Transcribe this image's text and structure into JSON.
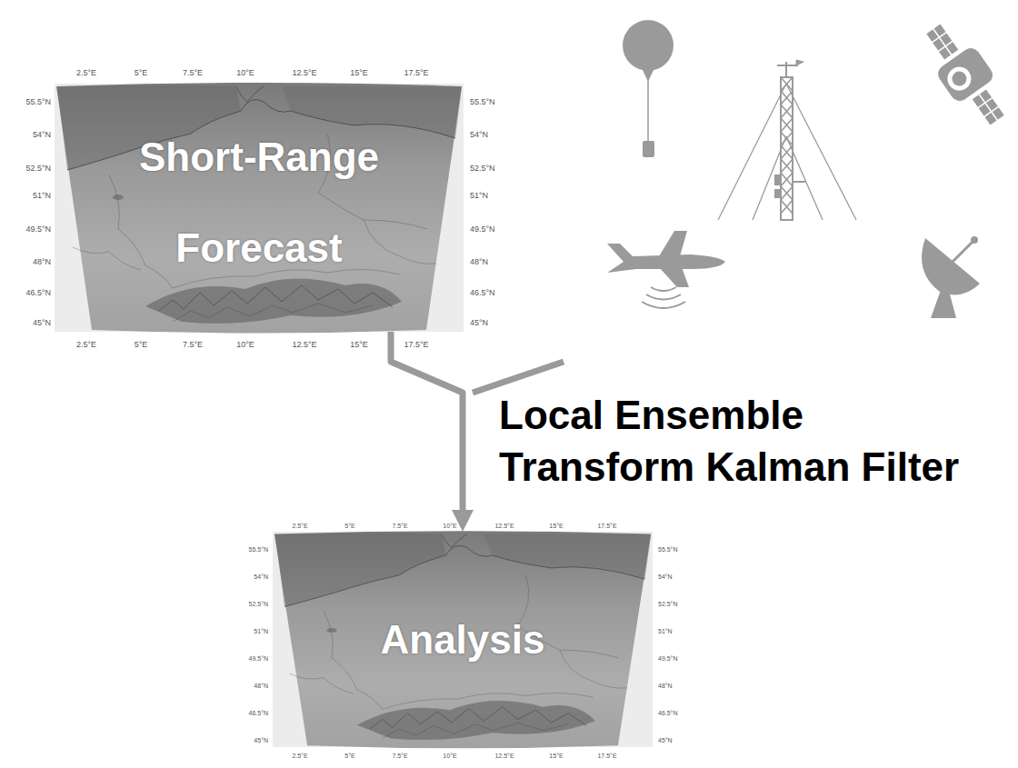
{
  "diagram": {
    "nodes": [
      {
        "text": [
          "Short-Range Forecast"
        ]
      },
      {
        "text": [
          "Analysis"
        ]
      }
    ],
    "edges": [
      {
        "from": 0,
        "to": 1,
        "arrow": "to",
        "label": "Local Ensemble Transform Kalman Filter"
      }
    ],
    "labels": [
      "2.5°E",
      "5°E",
      "7.5°E",
      "10°E",
      "12.5°E",
      "15°E",
      "17.5°E",
      "55.5°N",
      "54°N",
      "52.5°N",
      "51°N",
      "49.5°N",
      "48°N",
      "46.5°N",
      "45°N",
      "55.5°N",
      "54°N",
      "52.5°N",
      "51°N",
      "49.5°N",
      "48°N",
      "46.5°N",
      "45°N",
      "2.5°E",
      "5°E",
      "7.5°E",
      "10°E",
      "12.5°E",
      "15°E",
      "17.5°E",
      "2.5°E",
      "5°E",
      "7.5°E",
      "10°E",
      "12.5°E",
      "15°E",
      "17.5°E",
      "55.5°N",
      "54°N",
      "52.5°N",
      "51°N",
      "49.5°N",
      "48°N",
      "46.5°N",
      "45°N",
      "55.5°N",
      "54°N",
      "52.5°N",
      "51°N",
      "49.5°N",
      "48°N",
      "46.5°N",
      "45°N",
      "2.5°E",
      "5°E",
      "7.5°E",
      "10°E",
      "12.5°E",
      "15°E",
      "17.5°E"
    ]
  }
}
